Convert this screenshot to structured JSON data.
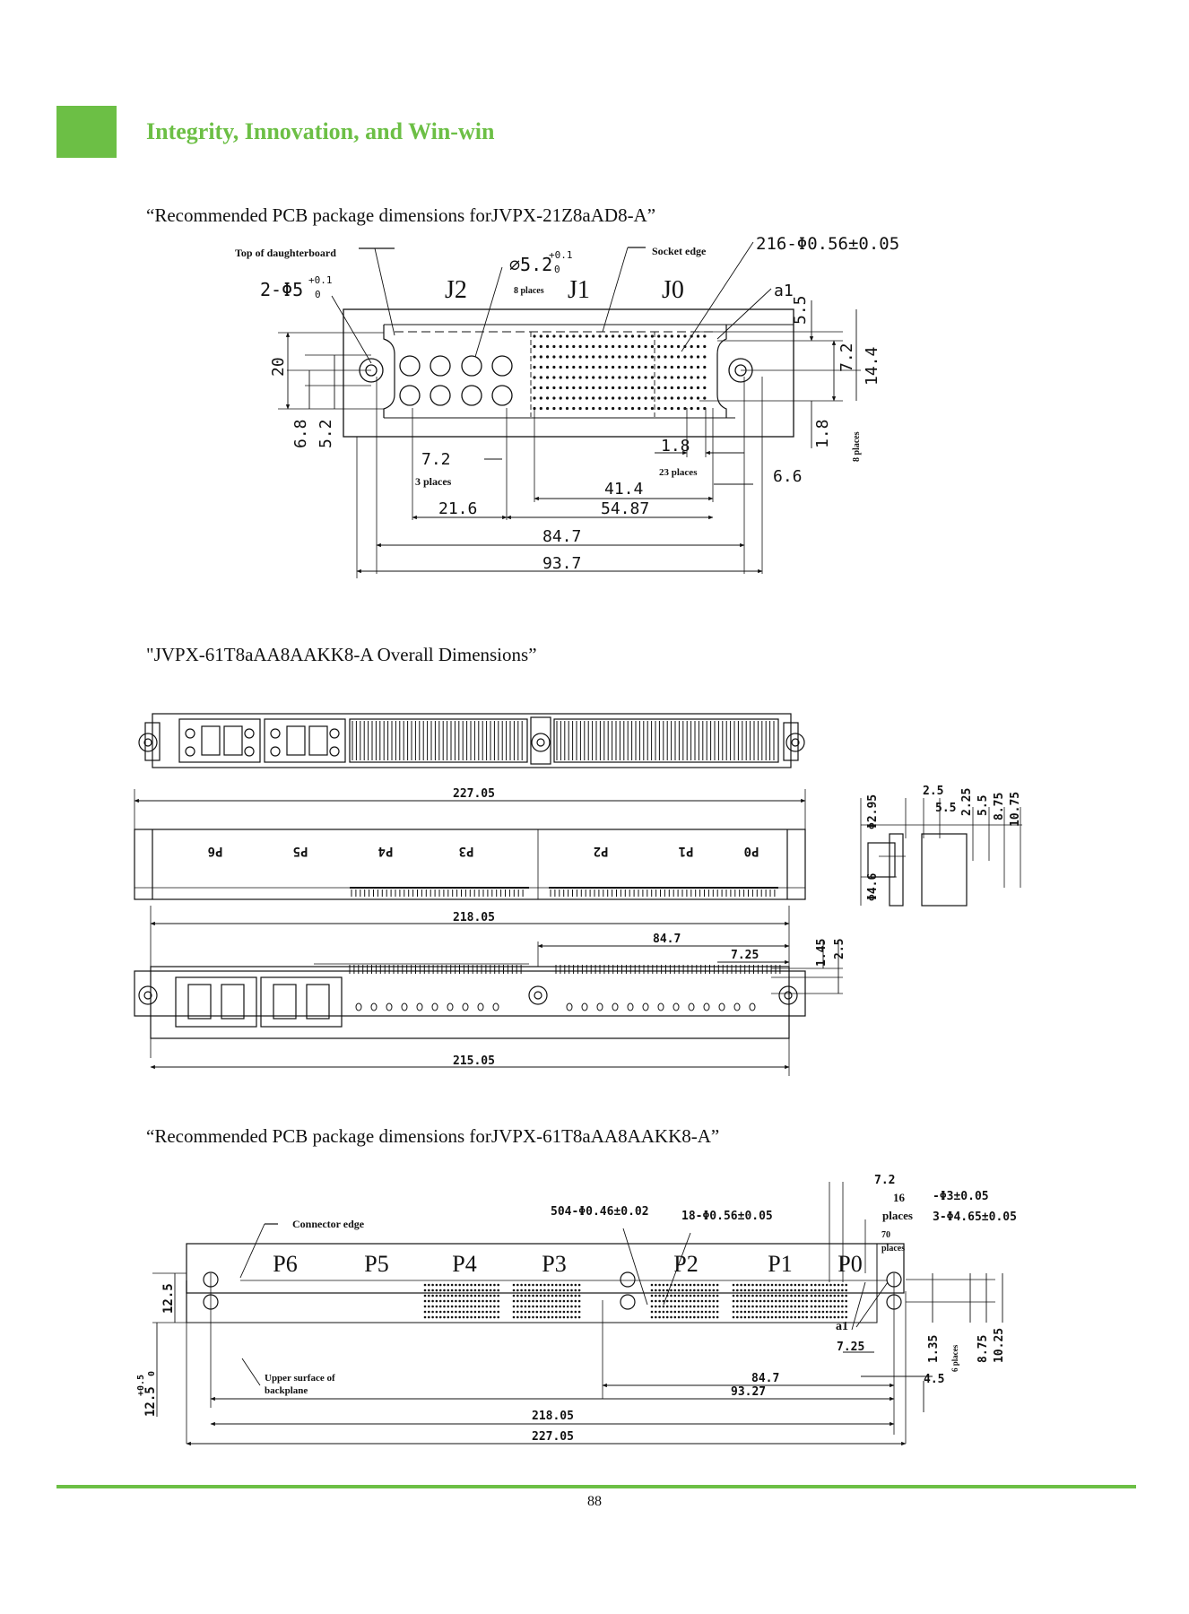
{
  "header": {
    "title": "Integrity, Innovation, and Win-win",
    "accent_color": "#6cbf45"
  },
  "section1": {
    "caption": "“Recommended PCB package dimensions forJVPX-21Z8aAD8-A”",
    "labels": {
      "top_daughterboard": "Top of daughterboard",
      "hole_2": "2-Φ5",
      "hole_2_tol": "+0.1",
      "hole_2_tol0": "0",
      "phi52": "⌀5.2",
      "phi52_tol": "+0.1",
      "phi52_tol0": "0",
      "eight_places": "8 places",
      "socket_edge": "Socket edge",
      "pins": "216-Φ0.56±0.05",
      "a1": "a1",
      "j2": "J2",
      "j1": "J1",
      "j0": "J0"
    },
    "dims": {
      "d20": "20",
      "d6_8": "6.8",
      "d5_2": "5.2",
      "d5_5": "5.5",
      "d7_2_right": "7.2",
      "d14_4": "14.4",
      "d1_8_v": "1.8",
      "eight_places_v": "8 places",
      "d7_2": "7.2",
      "three_places": "3 places",
      "d1_8": "1.8",
      "twenty_three_places": "23 places",
      "d6_6": "6.6",
      "d41_4": "41.4",
      "d21_6": "21.6",
      "d54_87": "54.87",
      "d84_7": "84.7",
      "d93_7": "93.7"
    }
  },
  "section2": {
    "caption": "\"JVPX-61T8aAA8AAKK8-A Overall Dimensions”",
    "dims": {
      "d227_05": "227.05",
      "d218_05": "218.05",
      "d84_7": "84.7",
      "d7_25": "7.25",
      "d1_45": "1.45",
      "d2_5": "2.5",
      "d215_05": "215.05",
      "phi2_95": "Φ2.95",
      "side2_5": "2.5",
      "side5_5": "5.5",
      "side2_25": "2.25",
      "side5_5b": "5.5",
      "side8_75": "8.75",
      "side10_75": "10.75",
      "phi4_6": "Φ4.6"
    },
    "port_labels": [
      "P6",
      "P5",
      "P4",
      "P3",
      "P2",
      "P1",
      "P0"
    ]
  },
  "section3": {
    "caption": "“Recommended PCB package dimensions forJVPX-61T8aAA8AAKK8-A”",
    "labels": {
      "connector_edge": "Connector edge",
      "pins504": "504-Φ0.46±0.02",
      "pins18": "18-Φ0.56±0.05",
      "d7_2": "7.2",
      "sixteen": "16",
      "places": "places",
      "phi3": "-Φ3±0.05",
      "phi465": "3-Φ4.65±0.05",
      "seventy": "70",
      "places2": "places",
      "a1": "a1",
      "upper_surface": "Upper surface of",
      "backplane": "backplane"
    },
    "port_labels": [
      "P6",
      "P5",
      "P4",
      "P3",
      "P2",
      "P1",
      "P0"
    ],
    "dims": {
      "d12_5": "12.5",
      "d12_5_tol": "12.5",
      "tol_plus": "+0.5",
      "tol_zero": "0",
      "d7_25": "7.25",
      "d1_35": "1.35",
      "six_places": "6 places",
      "d8_75": "8.75",
      "d10_25": "10.25",
      "d84_7": "84.7",
      "d4_5": "4.5",
      "d93_27": "93.27",
      "d218_05": "218.05",
      "d227_05": "227.05"
    }
  },
  "footer": {
    "page_number": "88"
  }
}
